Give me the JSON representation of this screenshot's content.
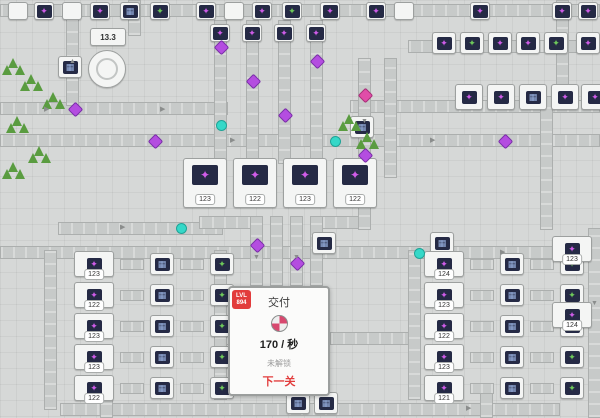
{
  "hub": {
    "badge_line1": "LVL",
    "badge_line2": "894",
    "deliver_label": "交付",
    "rate": "170 / 秒",
    "unlock_label": "未解锁",
    "next_label": "下一关"
  },
  "counters": {
    "top_display": "13.3",
    "mid": [
      "123",
      "122",
      "123",
      "122"
    ],
    "left": [
      "123",
      "122",
      "123",
      "123",
      "122"
    ],
    "right": [
      "124",
      "123",
      "122",
      "123",
      "121"
    ],
    "edge": [
      "123",
      "124"
    ]
  },
  "icons": {
    "shape": "✦",
    "grid": "▦",
    "arrow_up": "▲",
    "arrow_right": "▶",
    "arrow_down": "▼"
  },
  "colors": {
    "background": "#d6d8d7",
    "belt": "#c7cac9",
    "machine": "#f4f5f4",
    "display": "#252a45",
    "shape_purple": "#b44de0",
    "resource_green": "#5a9c40",
    "item_teal": "#35d8c8",
    "hub_red": "#e23c3c"
  }
}
